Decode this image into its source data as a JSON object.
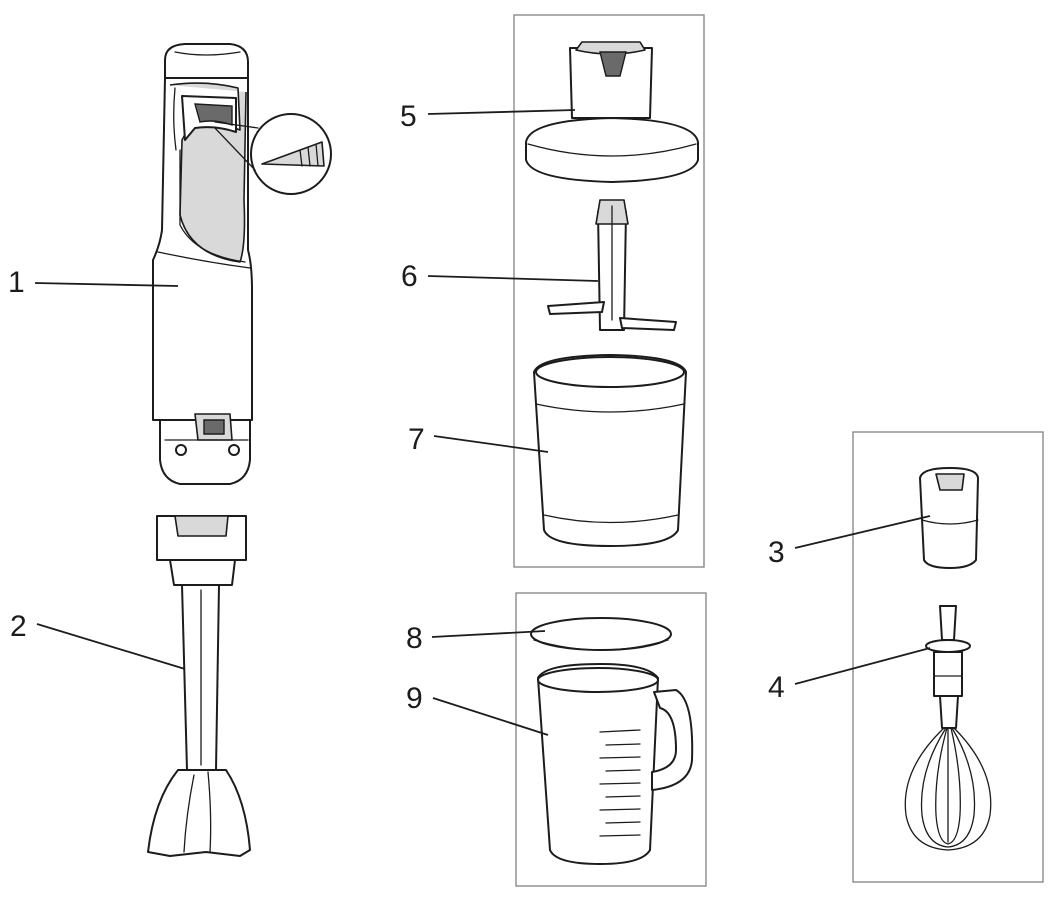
{
  "callouts": [
    {
      "id": "1",
      "label": "1"
    },
    {
      "id": "2",
      "label": "2"
    },
    {
      "id": "3",
      "label": "3"
    },
    {
      "id": "4",
      "label": "4"
    },
    {
      "id": "5",
      "label": "5"
    },
    {
      "id": "6",
      "label": "6"
    },
    {
      "id": "7",
      "label": "7"
    },
    {
      "id": "8",
      "label": "8"
    },
    {
      "id": "9",
      "label": "9"
    }
  ],
  "colors": {
    "stroke": "#1c1c1c",
    "frame": "#8a8a8a",
    "background": "#ffffff"
  }
}
